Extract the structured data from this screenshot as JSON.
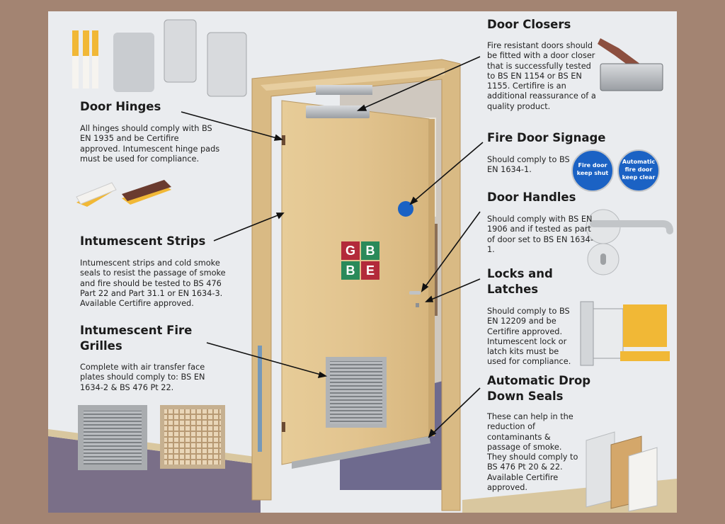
{
  "sections": {
    "door_hinges": {
      "heading": "Door Hinges",
      "body": "All hinges should comply with BS EN 1935 and be Certifire approved. Intumescent hinge pads must be used for compliance."
    },
    "intumescent_strips": {
      "heading": "Intumescent Strips",
      "body": "Intumescent strips and cold smoke seals to resist the passage of smoke and fire should be tested to BS 476 Part 22 and Part 31.1 or EN 1634-3. Available Certifire approved."
    },
    "fire_grilles": {
      "heading_line1": "Intumescent Fire",
      "heading_line2": "Grilles",
      "body": "Complete with air transfer face plates should comply to: BS EN 1634-2 & BS 476 Pt 22."
    },
    "door_closers": {
      "heading": "Door Closers",
      "body": "Fire resistant doors should be fitted with a door closer that is successfully tested to BS EN 1154 or BS EN 1155. Certifire is an additional reassurance of a quality product."
    },
    "fire_door_signage": {
      "heading": "Fire Door Signage",
      "body": "Should comply to BS EN 1634-1.",
      "sign1_line1": "Fire door",
      "sign1_line2": "keep shut",
      "sign2_line1": "Automatic",
      "sign2_line2": "fire door",
      "sign2_line3": "keep clear"
    },
    "door_handles": {
      "heading": "Door Handles",
      "body": "Should comply with BS EN 1906 and if tested as part of door set to BS EN 1634-1."
    },
    "locks_latches": {
      "heading_line1": "Locks and",
      "heading_line2": "Latches",
      "body": "Should comply to BS EN 12209 and be Certifire approved. Intumescent lock or latch kits must be used for compliance."
    },
    "drop_down_seals": {
      "heading_line1": "Automatic Drop",
      "heading_line2": "Down Seals",
      "body": "These can help in the reduction of contaminants & passage of smoke. They should comply to BS 476 Pt 20 & 22. Available Certifire approved."
    }
  },
  "logo": {
    "letters": [
      "G",
      "B",
      "B",
      "E"
    ]
  },
  "colors": {
    "background": "#a38472",
    "panel": "#eaecef",
    "door": "#e2c48f",
    "frame": "#d9ba84",
    "sign_blue": "#1b62c4"
  }
}
